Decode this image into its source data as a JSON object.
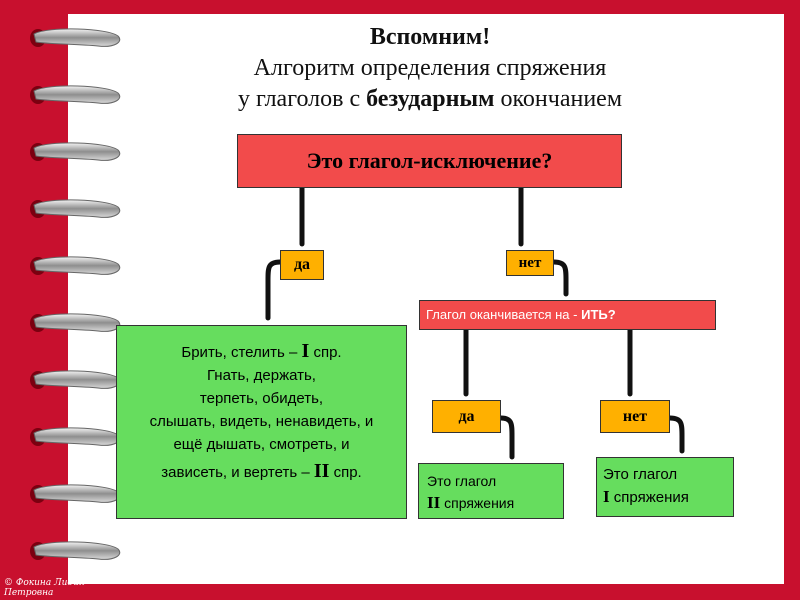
{
  "title": {
    "line1": "Вспомним!",
    "line2": "Алгоритм определения спряжения",
    "line3_pre": "у глаголов с ",
    "line3_bold": "безударным",
    "line3_post": " окончанием"
  },
  "question_main": "Это глагол-исключение?",
  "branch_yes_1": "да",
  "branch_no_1": "нет",
  "question_sub": {
    "text": "Глагол оканчивается на  - ",
    "bold": "ИТЬ?"
  },
  "branch_yes_2": "да",
  "branch_no_2": "нет",
  "exceptions": {
    "line1_pre": "Брить, стелить – ",
    "line1_roman": "I",
    "line1_post": " спр.",
    "line2": "Гнать, держать,",
    "line3": "терпеть, обидеть,",
    "line4": "слышать, видеть, ненавидеть, и",
    "line5": "ещё дышать, смотреть, и",
    "line6_pre": "зависеть, и вертеть – ",
    "line6_roman": "II",
    "line6_post": " спр."
  },
  "result_ii": {
    "line1": "Это глагол",
    "roman": "II",
    "line2": " спряжения"
  },
  "result_i": {
    "line1": "Это глагол",
    "roman": "I",
    "line2": " спряжения"
  },
  "copyright": "© Фокина Лидия Петровна",
  "colors": {
    "background": "#c8102e",
    "question_fill": "#f24b4b",
    "label_fill": "#ffb000",
    "result_fill": "#66dd5e"
  },
  "icons": {
    "binding": "notebook-ring-icon"
  }
}
